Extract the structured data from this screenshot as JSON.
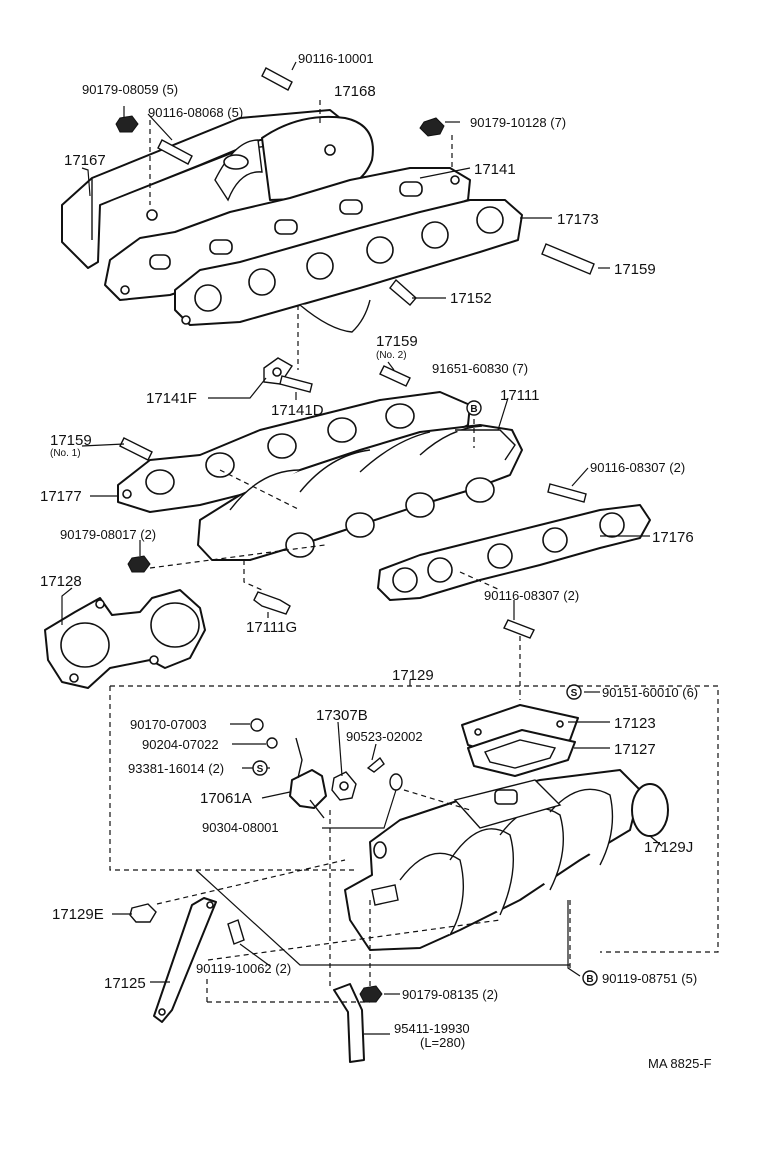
{
  "labels": {
    "p90116_10001": "90116-10001",
    "p90179_08059": "90179-08059 (5)",
    "p90116_08068": "90116-08068 (5)",
    "p17168": "17168",
    "p90179_10128": "90179-10128 (7)",
    "p17167": "17167",
    "p17141": "17141",
    "p17173": "17173",
    "p17159_top": "17159",
    "p17152": "17152",
    "p17159_no2": "17159",
    "p17159_no2_sub": "(No. 2)",
    "p91651_60830": "91651-60830 (7)",
    "p17141F": "17141F",
    "p17141D": "17141D",
    "p17111": "17111",
    "p17159_no1": "17159",
    "p17159_no1_sub": "(No. 1)",
    "p90116_08307_a": "90116-08307 (2)",
    "p17177": "17177",
    "p17176": "17176",
    "p90179_08017": "90179-08017 (2)",
    "p17128": "17128",
    "p17111G": "17111G",
    "p90116_08307_b": "90116-08307 (2)",
    "p17129": "17129",
    "p90151_60010": "90151-60010 (6)",
    "p90170_07003": "90170-07003",
    "p17307B": "17307B",
    "p17123": "17123",
    "p90204_07022": "90204-07022",
    "p90523_02002": "90523-02002",
    "p17127": "17127",
    "p93381_16014": "93381-16014 (2)",
    "p17061A": "17061A",
    "p90304_08001": "90304-08001",
    "p17129J": "17129J",
    "p17129E": "17129E",
    "p17125": "17125",
    "p90119_10062": "90119-10062 (2)",
    "p90119_08751": "90119-08751 (5)",
    "p90179_08135": "90179-08135 (2)",
    "p95411_19930": "95411-19930",
    "p95411_len": "(L=280)",
    "footer_code": "MA  8825-F"
  },
  "symbols": {
    "s_letter": "S",
    "b_letter": "B"
  }
}
